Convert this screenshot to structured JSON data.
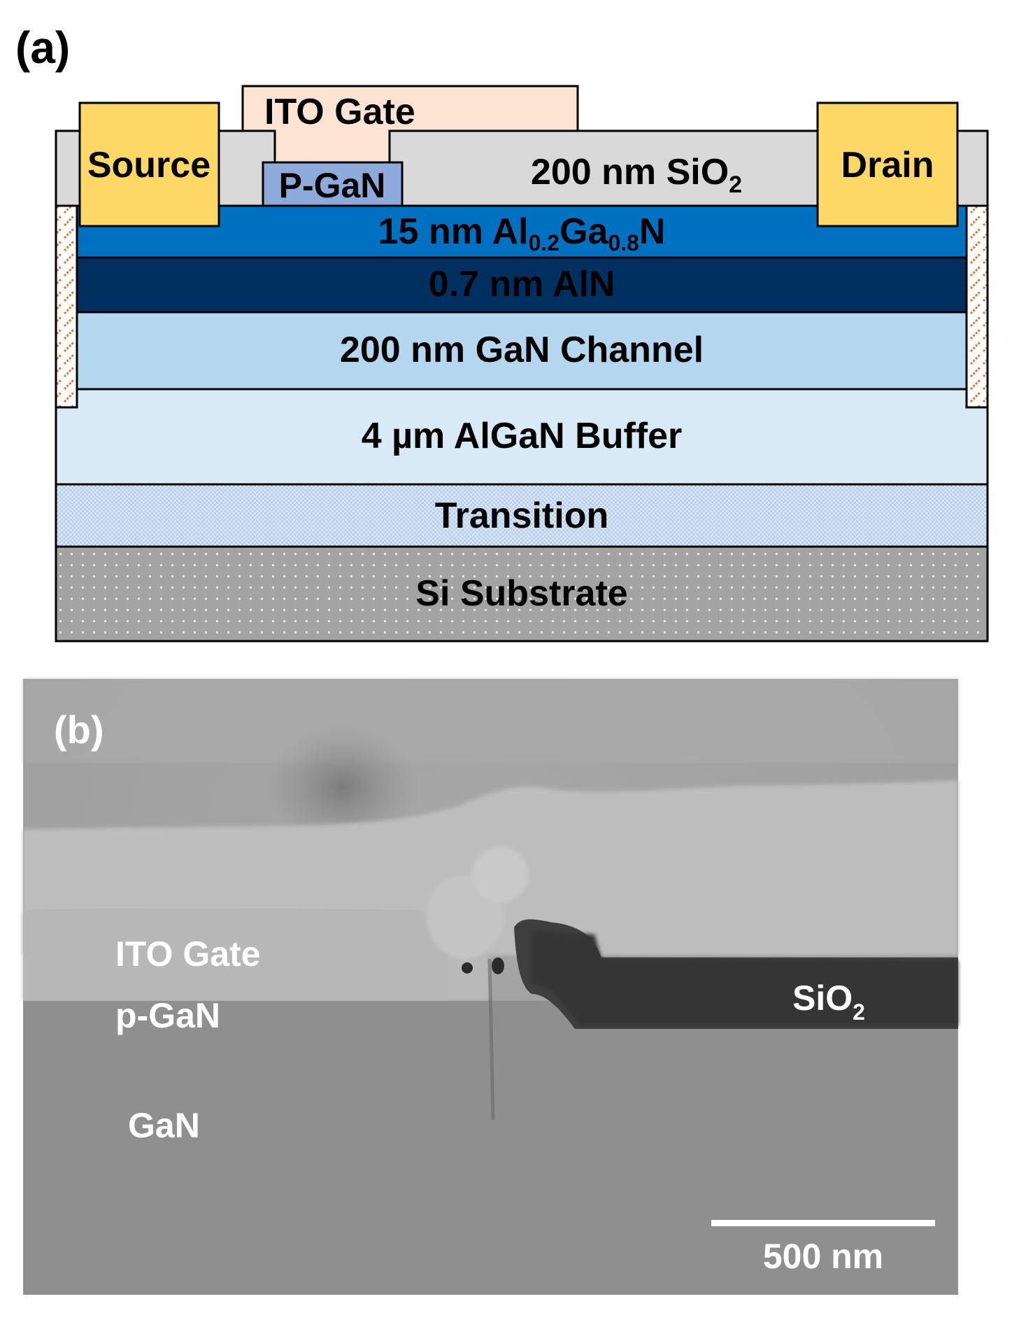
{
  "panel_a": {
    "label": "(a)",
    "ito_gate": "ITO Gate",
    "source": "Source",
    "drain": "Drain",
    "p_gan": "P-GaN",
    "sio2": {
      "text": "200 nm SiO",
      "sub": "2"
    },
    "barrier": {
      "t1": "15 nm Al",
      "s1": "0.2",
      "t2": "Ga",
      "s2": "0.8",
      "t3": "N"
    },
    "aln": "0.7 nm AlN",
    "channel": "200 nm GaN Channel",
    "buffer": "4 µm AlGaN Buffer",
    "transition": "Transition",
    "substrate": "Si Substrate",
    "colors": {
      "gate": "#fde3d2",
      "contact": "#fdd866",
      "pgan": "#8eaadb",
      "sio2": "#d9d9d9",
      "barrier": "#0070c0",
      "aln": "#00305f",
      "channel": "#b4d6ee",
      "buffer": "#d9eaf7",
      "transition": "#c9dcf2",
      "substrate": "#a6a6a6",
      "isolation": "#e8742a"
    }
  },
  "panel_b": {
    "label": "(b)",
    "ito_gate": "ITO Gate",
    "p_gan": "p-GaN",
    "gan": "GaN",
    "sio2": {
      "text": "SiO",
      "sub": "2"
    },
    "scale_bar": "500 nm"
  }
}
